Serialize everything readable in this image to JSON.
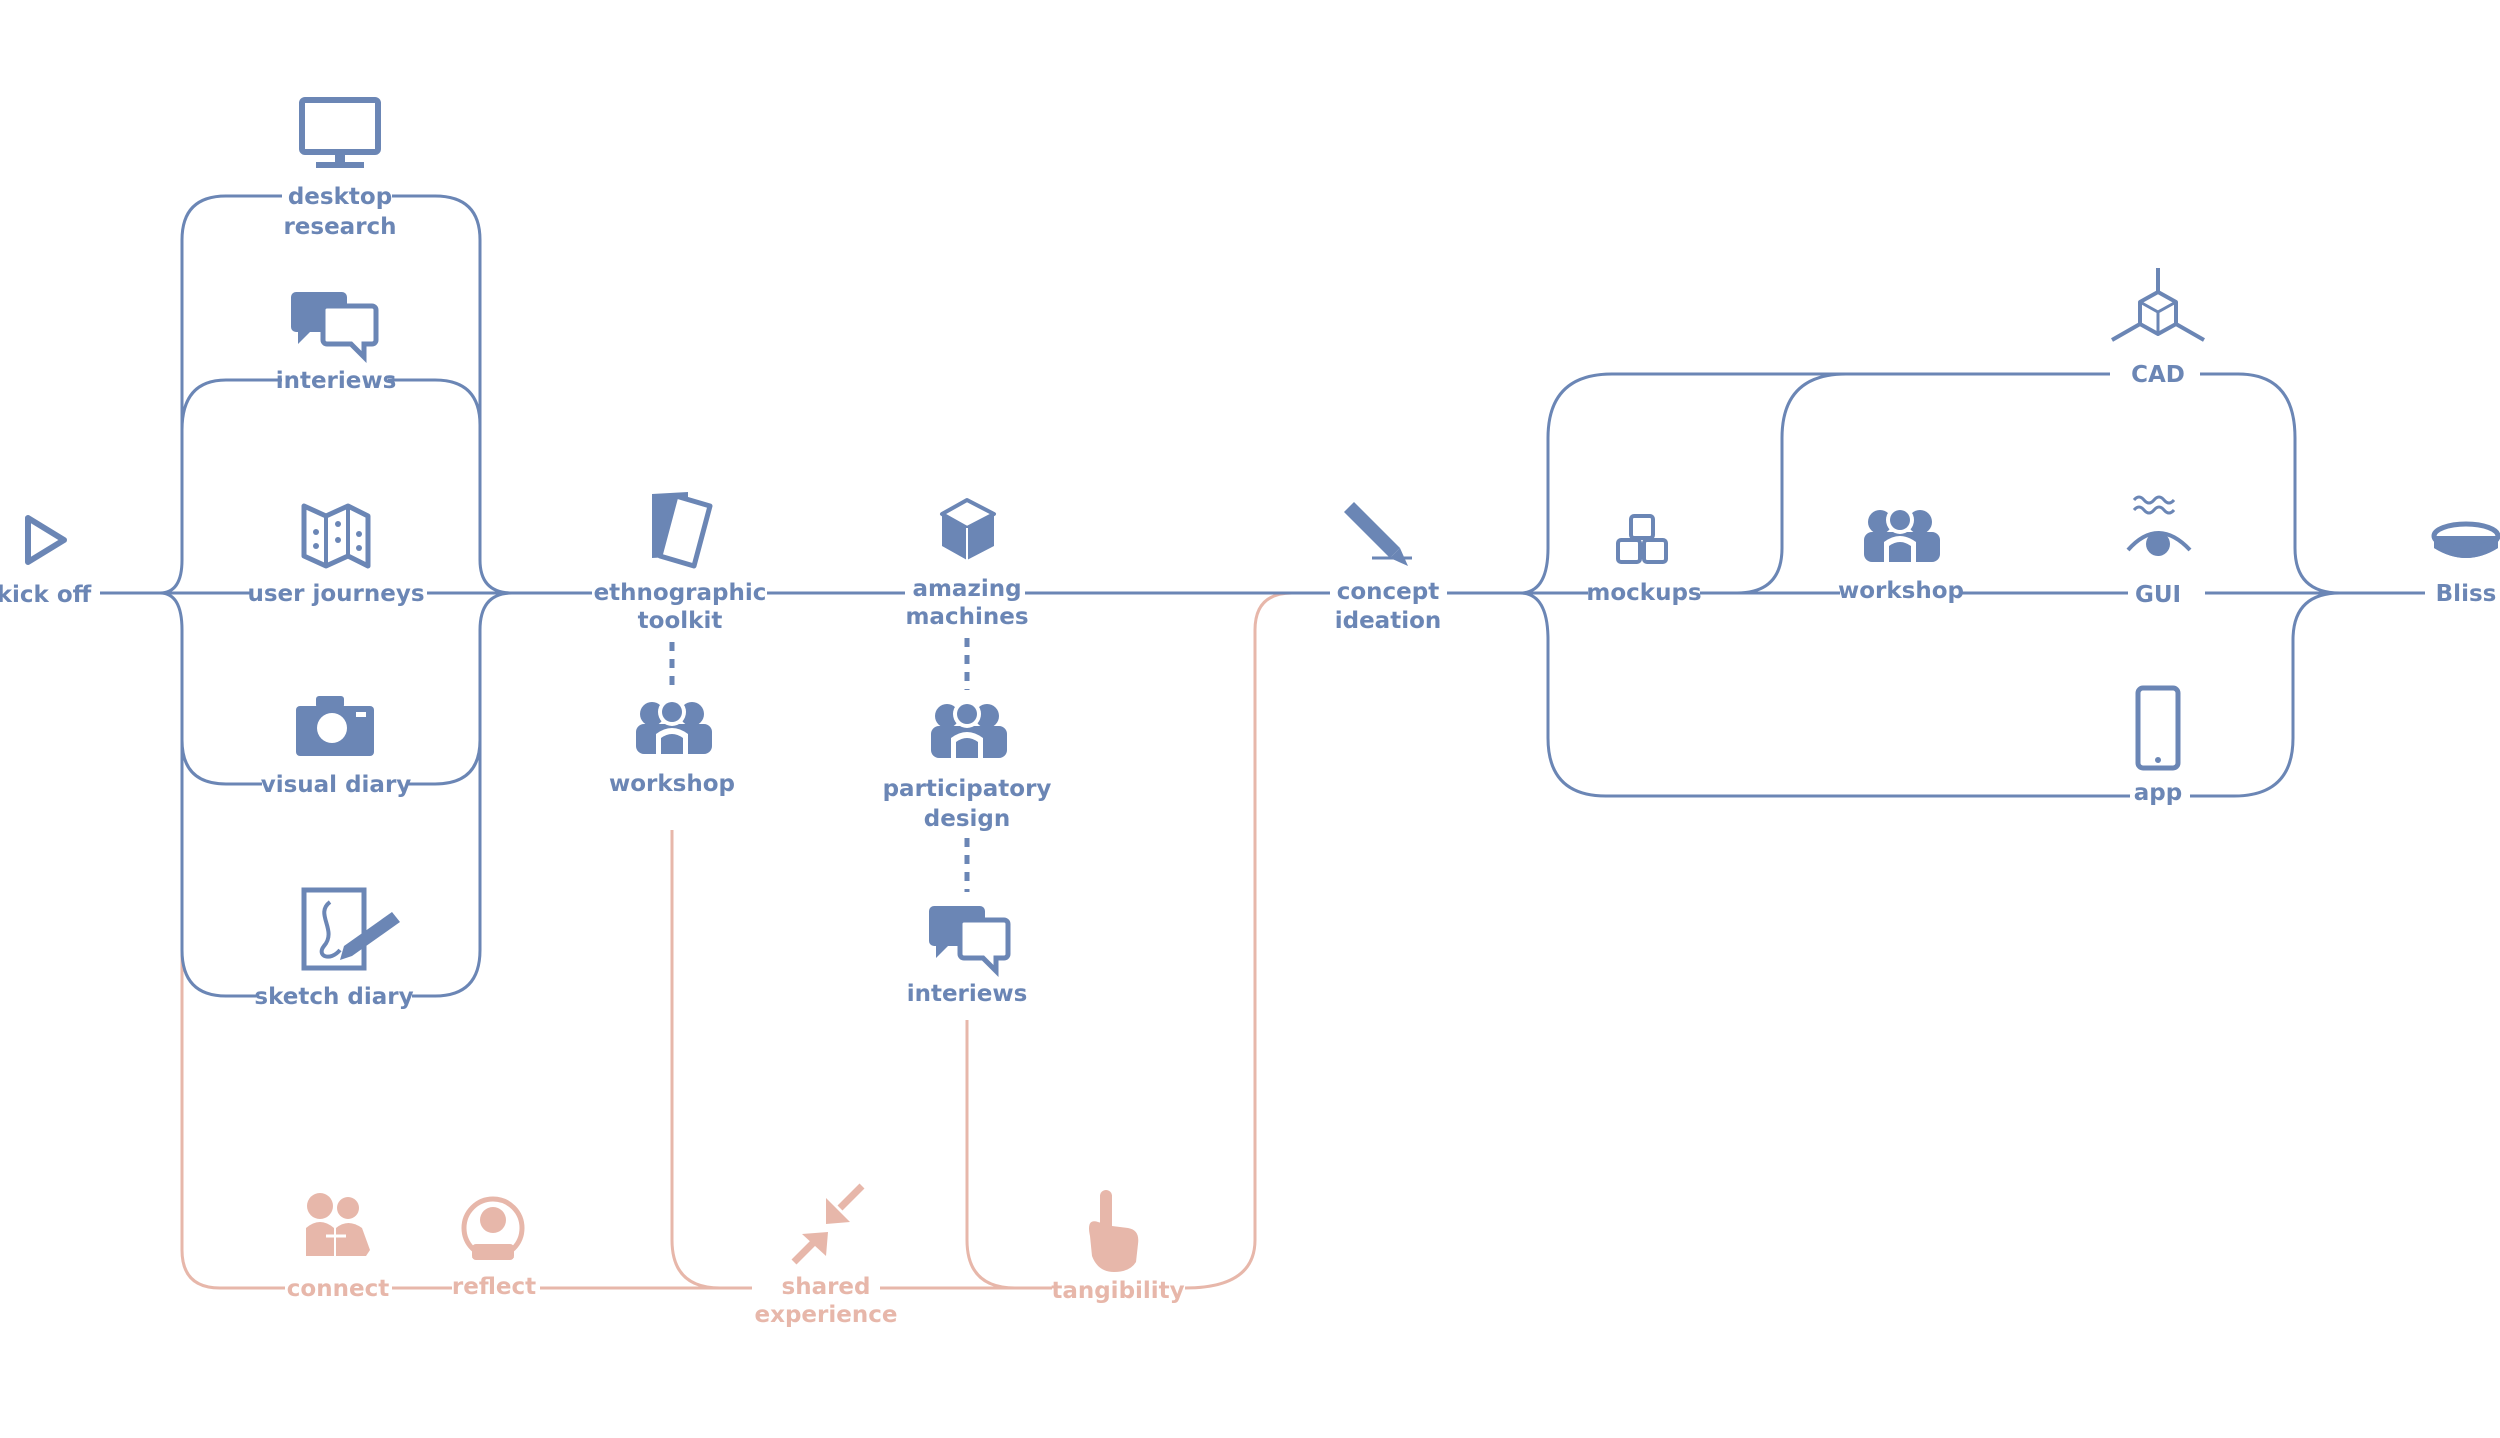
{
  "colors": {
    "main_path": "#6b86b5",
    "secondary_path": "#e7b7aa",
    "background": "#ffffff"
  },
  "nodes": {
    "kick_off": {
      "label": "kick off",
      "icon": "play-icon"
    },
    "desktop_research": {
      "line1": "desktop",
      "line2": "research",
      "icon": "monitor-icon"
    },
    "interviews_top": {
      "label": "interiews",
      "icon": "chat-bubbles-icon"
    },
    "user_journeys": {
      "label": "user journeys",
      "icon": "map-icon"
    },
    "visual_diary": {
      "label": "visual diary",
      "icon": "camera-icon"
    },
    "sketch_diary": {
      "label": "sketch diary",
      "icon": "sketch-pad-icon"
    },
    "ethnographic_toolkit": {
      "line1": "ethnographic",
      "line2": "toolkit",
      "icon": "cards-icon"
    },
    "workshop_1": {
      "label": "workshop",
      "icon": "group-icon"
    },
    "amazing_machines": {
      "line1": "amazing",
      "line2": "machines",
      "icon": "cube-icon"
    },
    "participatory_design": {
      "line1": "participatory",
      "line2": "design",
      "icon": "group-icon"
    },
    "interviews_mid": {
      "label": "interiews",
      "icon": "chat-bubbles-icon"
    },
    "concept_ideation": {
      "line1": "concept",
      "line2": "ideation",
      "icon": "pen-icon"
    },
    "mockups": {
      "label": "mockups",
      "icon": "blocks-icon"
    },
    "workshop_2": {
      "label": "workshop",
      "icon": "group-icon"
    },
    "cad": {
      "label": "CAD",
      "icon": "3d-axis-cube-icon"
    },
    "gui": {
      "label": "GUI",
      "icon": "eye-icon"
    },
    "app": {
      "label": "app",
      "icon": "smartphone-icon"
    },
    "bliss": {
      "label": "Bliss",
      "icon": "disc-icon"
    },
    "connect": {
      "label": "connect",
      "icon": "people-hug-icon"
    },
    "reflect": {
      "label": "reflect",
      "icon": "person-circle-icon"
    },
    "shared_experience": {
      "line1": "shared",
      "line2": "experience",
      "icon": "converge-arrows-icon"
    },
    "tangibility": {
      "label": "tangibility",
      "icon": "hand-pointer-icon"
    }
  }
}
